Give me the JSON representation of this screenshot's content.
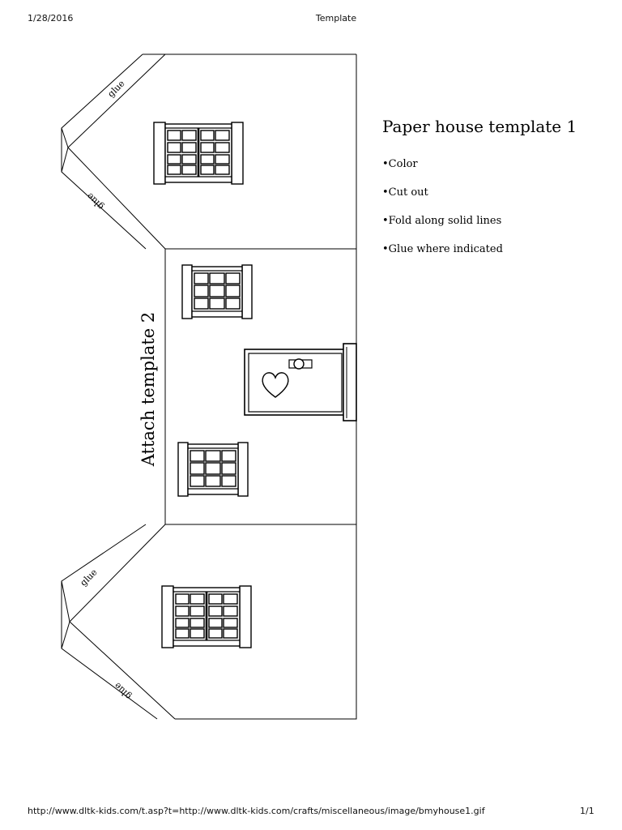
{
  "header": {
    "date": "1/28/2016",
    "title": "Template"
  },
  "footer": {
    "url": "http://www.dltk-kids.com/t.asp?t=http://www.dltk-kids.com/crafts/miscellaneous/image/bmyhouse1.gif",
    "page": "1/1"
  },
  "template": {
    "title": "Paper house template 1",
    "instructions": [
      "•Color",
      "•Cut out",
      "•Fold along solid lines",
      "•Glue where indicated"
    ],
    "attach_label": "Attach template 2",
    "glue_label": "glue"
  }
}
